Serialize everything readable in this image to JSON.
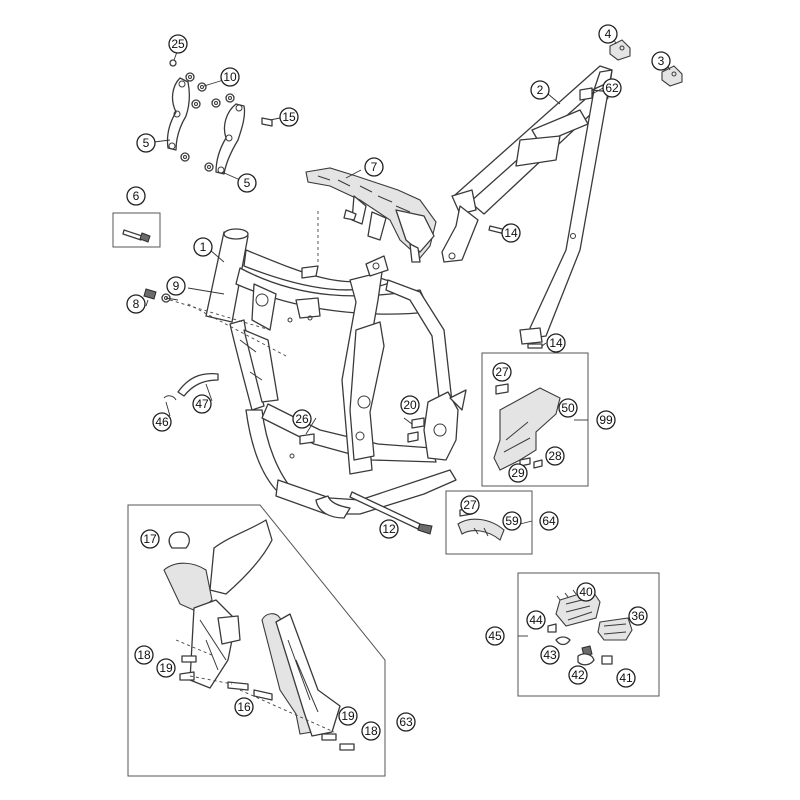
{
  "colors": {
    "line": "#3a3a3a",
    "background": "#ffffff",
    "fill_gray": "#e4e4e4"
  },
  "callouts": [
    {
      "id": "c25",
      "label": "25"
    },
    {
      "id": "c10",
      "label": "10"
    },
    {
      "id": "c15",
      "label": "15"
    },
    {
      "id": "c5a",
      "label": "5"
    },
    {
      "id": "c5b",
      "label": "5"
    },
    {
      "id": "c4",
      "label": "4"
    },
    {
      "id": "c3",
      "label": "3"
    },
    {
      "id": "c2",
      "label": "2"
    },
    {
      "id": "c62",
      "label": "62"
    },
    {
      "id": "c7",
      "label": "7"
    },
    {
      "id": "c6",
      "label": "6"
    },
    {
      "id": "c1",
      "label": "1"
    },
    {
      "id": "c9",
      "label": "9"
    },
    {
      "id": "c8",
      "label": "8"
    },
    {
      "id": "c14a",
      "label": "14"
    },
    {
      "id": "c14b",
      "label": "14"
    },
    {
      "id": "c27a",
      "label": "27"
    },
    {
      "id": "c50",
      "label": "50"
    },
    {
      "id": "c99",
      "label": "99"
    },
    {
      "id": "c28",
      "label": "28"
    },
    {
      "id": "c29",
      "label": "29"
    },
    {
      "id": "c47",
      "label": "47"
    },
    {
      "id": "c46",
      "label": "46"
    },
    {
      "id": "c26",
      "label": "26"
    },
    {
      "id": "c20",
      "label": "20"
    },
    {
      "id": "c27b",
      "label": "27"
    },
    {
      "id": "c59",
      "label": "59"
    },
    {
      "id": "c64",
      "label": "64"
    },
    {
      "id": "c12",
      "label": "12"
    },
    {
      "id": "c17",
      "label": "17"
    },
    {
      "id": "c40",
      "label": "40"
    },
    {
      "id": "c36",
      "label": "36"
    },
    {
      "id": "c44",
      "label": "44"
    },
    {
      "id": "c45",
      "label": "45"
    },
    {
      "id": "c43",
      "label": "43"
    },
    {
      "id": "c42",
      "label": "42"
    },
    {
      "id": "c41",
      "label": "41"
    },
    {
      "id": "c18a",
      "label": "18"
    },
    {
      "id": "c19a",
      "label": "19"
    },
    {
      "id": "c16",
      "label": "16"
    },
    {
      "id": "c19b",
      "label": "19"
    },
    {
      "id": "c18b",
      "label": "18"
    },
    {
      "id": "c63",
      "label": "63"
    }
  ]
}
